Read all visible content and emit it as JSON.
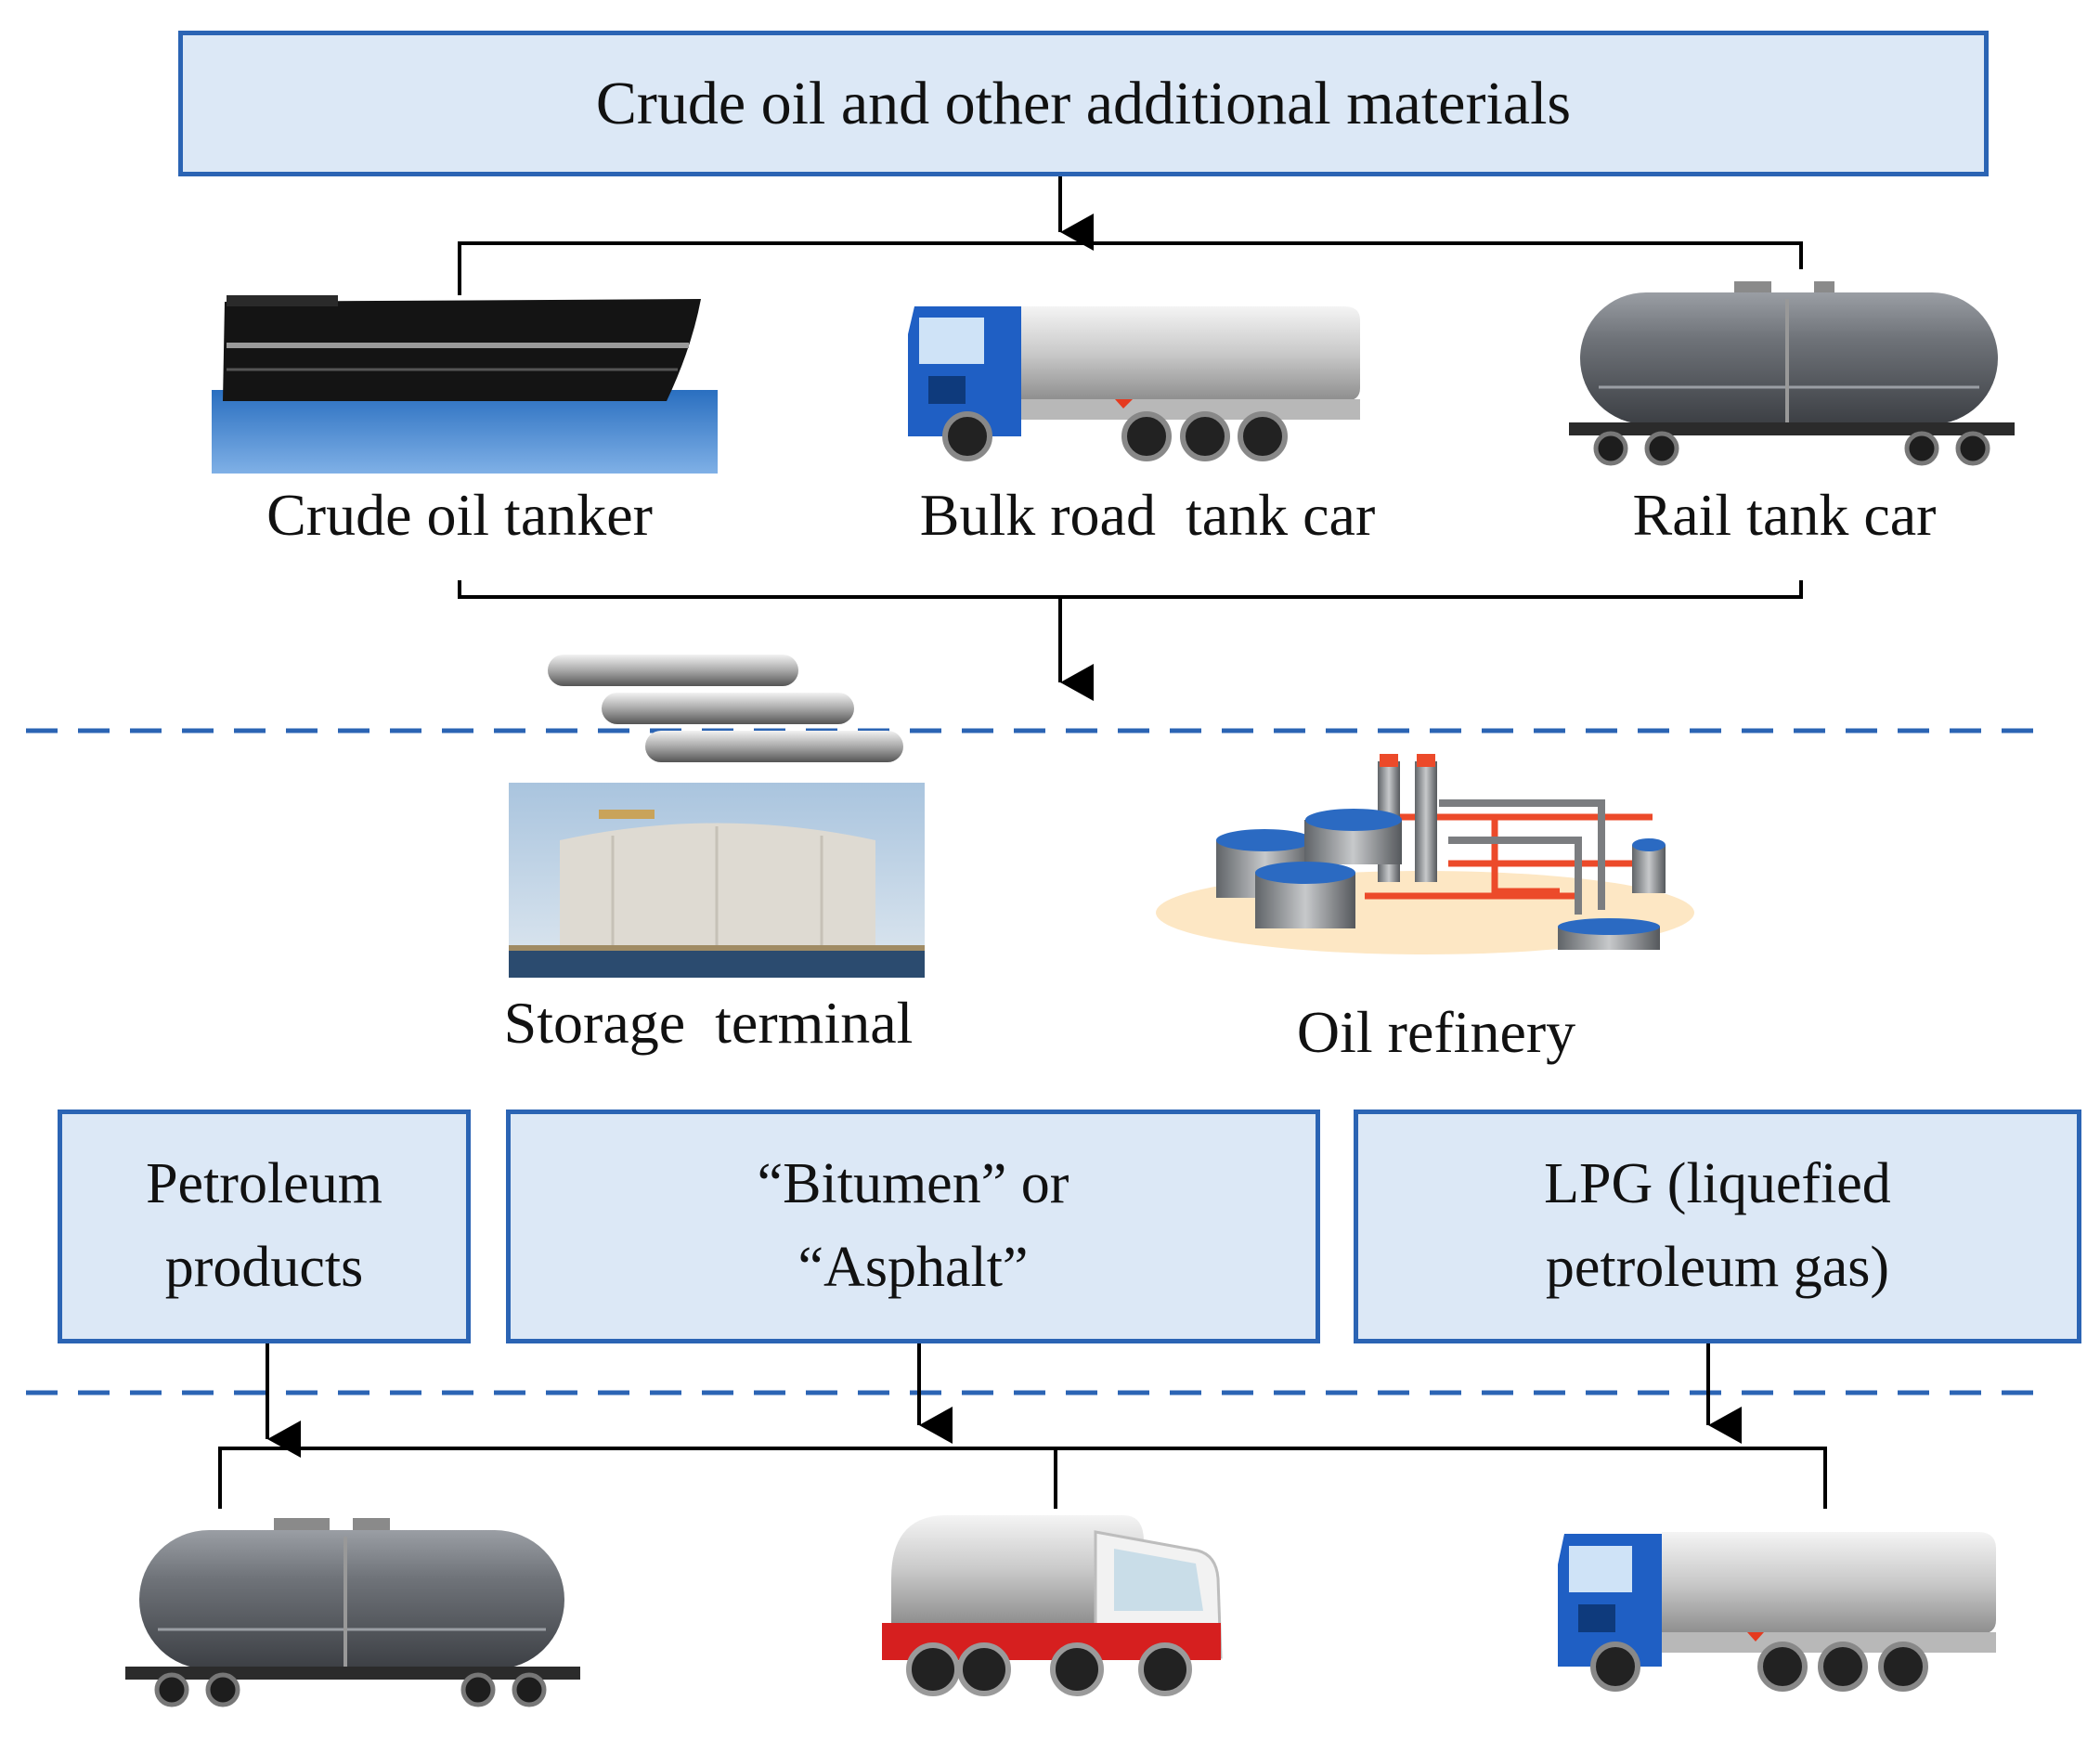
{
  "source_box": {
    "label": "Crude oil and other additional materials"
  },
  "transport_in": [
    {
      "label": "Crude oil tanker",
      "icon": "ship-icon"
    },
    {
      "label": "Bulk road  tank car",
      "icon": "tank-truck-icon"
    },
    {
      "label": "Rail tank car",
      "icon": "rail-tank-car-icon"
    }
  ],
  "facilities": [
    {
      "label": "Storage  terminal",
      "icon": "storage-tank-icon"
    },
    {
      "label": "Oil refinery",
      "icon": "refinery-icon"
    }
  ],
  "products": [
    {
      "line1": "Petroleum",
      "line2": "products"
    },
    {
      "line1": "“Bitumen” or",
      "line2": "“Asphalt”"
    },
    {
      "line1": "LPG (liquefied",
      "line2": "petroleum gas)"
    }
  ],
  "transport_out_icons": [
    "rail-tank-car-icon",
    "bitumen-truck-icon",
    "tank-truck-icon"
  ],
  "colors": {
    "box_fill": "#dce8f6",
    "box_border": "#2b64b4",
    "dashed_line": "#2b64b4",
    "truck_cab": "#1f5fc4",
    "bitumen_trim": "#d61f1f"
  }
}
